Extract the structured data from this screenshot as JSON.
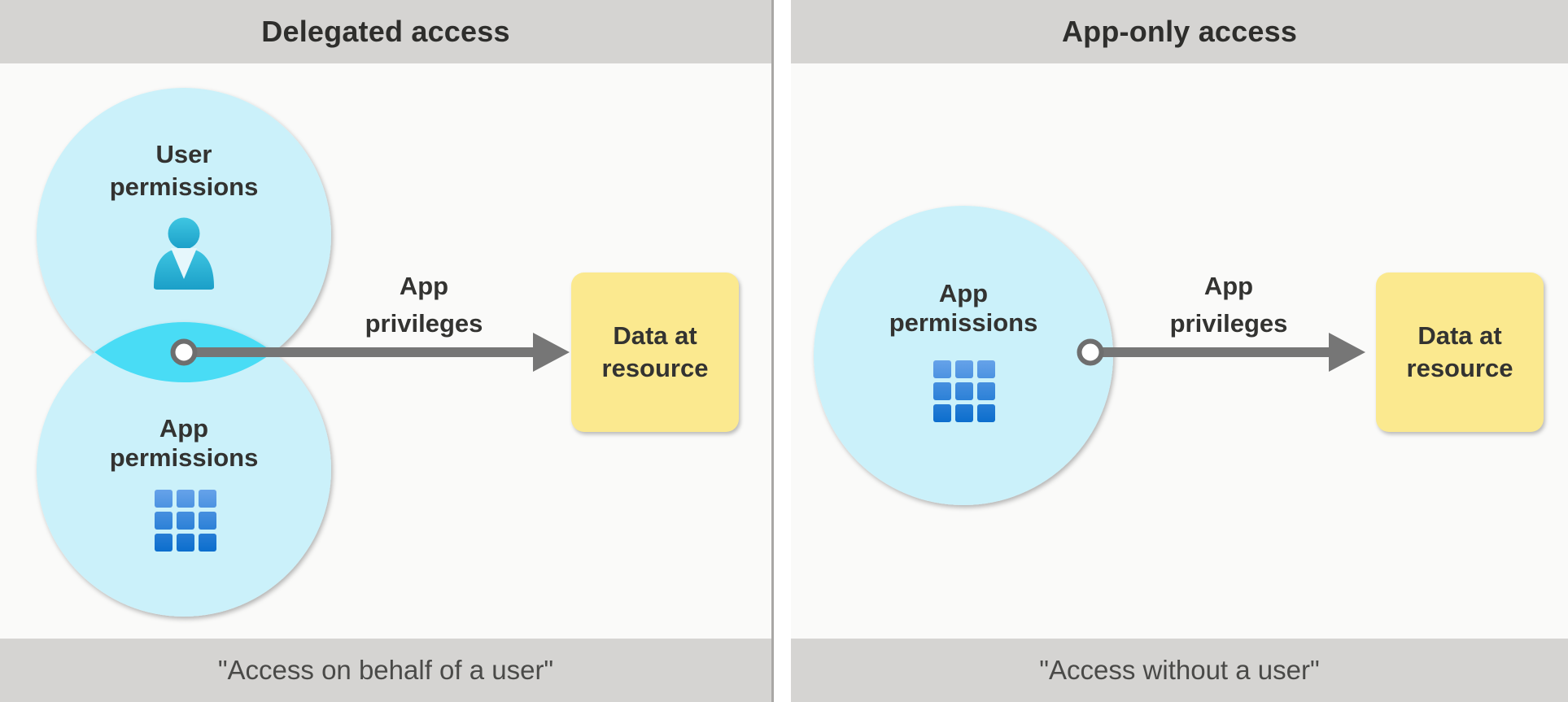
{
  "panels": [
    {
      "title": "Delegated access",
      "caption": "\"Access on behalf of a user\"",
      "top_circle": {
        "label_line1": "User",
        "label_line2": "permissions",
        "icon": "user-icon"
      },
      "bottom_circle": {
        "label_line1": "App",
        "label_line2": "permissions",
        "icon": "app-grid-icon"
      },
      "arrow_label": {
        "line1": "App",
        "line2": "privileges"
      },
      "target_box_text": "Data at resource"
    },
    {
      "title": "App-only access",
      "caption": "\"Access without a user\"",
      "circle": {
        "label_line1": "App",
        "label_line2": "permissions",
        "icon": "app-grid-icon"
      },
      "arrow_label": {
        "line1": "App",
        "line2": "privileges"
      },
      "target_box_text": "Data at resource"
    }
  ],
  "colors": {
    "header_footer_bar": "#d5d4d2",
    "panel_background": "#fafaf9",
    "permission_circle_fill": "#cbf1fa",
    "overlap_lens_fill": "#49dcf5",
    "arrow_gray": "#767676",
    "target_box_yellow": "#fbe98f",
    "user_icon_teal": "#2ab5d8",
    "grid_icon_blue_top": "#66a2e9",
    "grid_icon_blue_bottom": "#0c6ecd",
    "label_text": "#333331"
  }
}
